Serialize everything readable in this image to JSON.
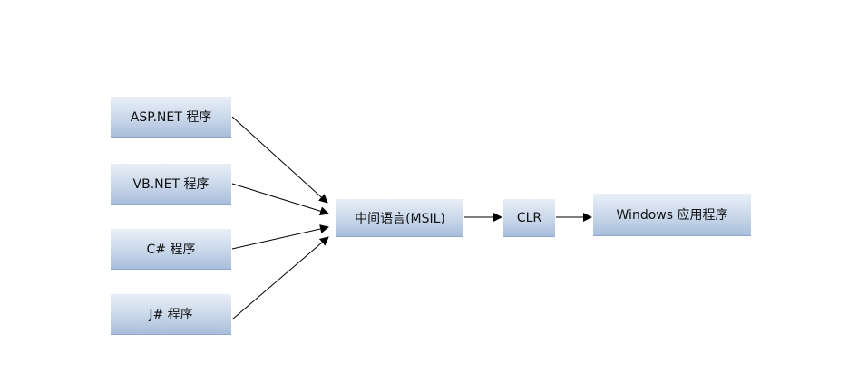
{
  "diagram": {
    "nodes": {
      "asp": {
        "label": "ASP.NET 程序"
      },
      "vb": {
        "label": "VB.NET 程序"
      },
      "csharp": {
        "label": "C# 程序"
      },
      "jsharp": {
        "label": "J# 程序"
      },
      "msil": {
        "label": "中间语言(MSIL)"
      },
      "clr": {
        "label": "CLR"
      },
      "windows": {
        "label": "Windows 应用程序"
      }
    },
    "edges": [
      {
        "from": "asp",
        "to": "msil"
      },
      {
        "from": "vb",
        "to": "msil"
      },
      {
        "from": "csharp",
        "to": "msil"
      },
      {
        "from": "jsharp",
        "to": "msil"
      },
      {
        "from": "msil",
        "to": "clr"
      },
      {
        "from": "clr",
        "to": "windows"
      }
    ],
    "colors": {
      "box_top": "#e9eff7",
      "box_bottom": "#a8bedb",
      "arrow": "#000000"
    }
  }
}
